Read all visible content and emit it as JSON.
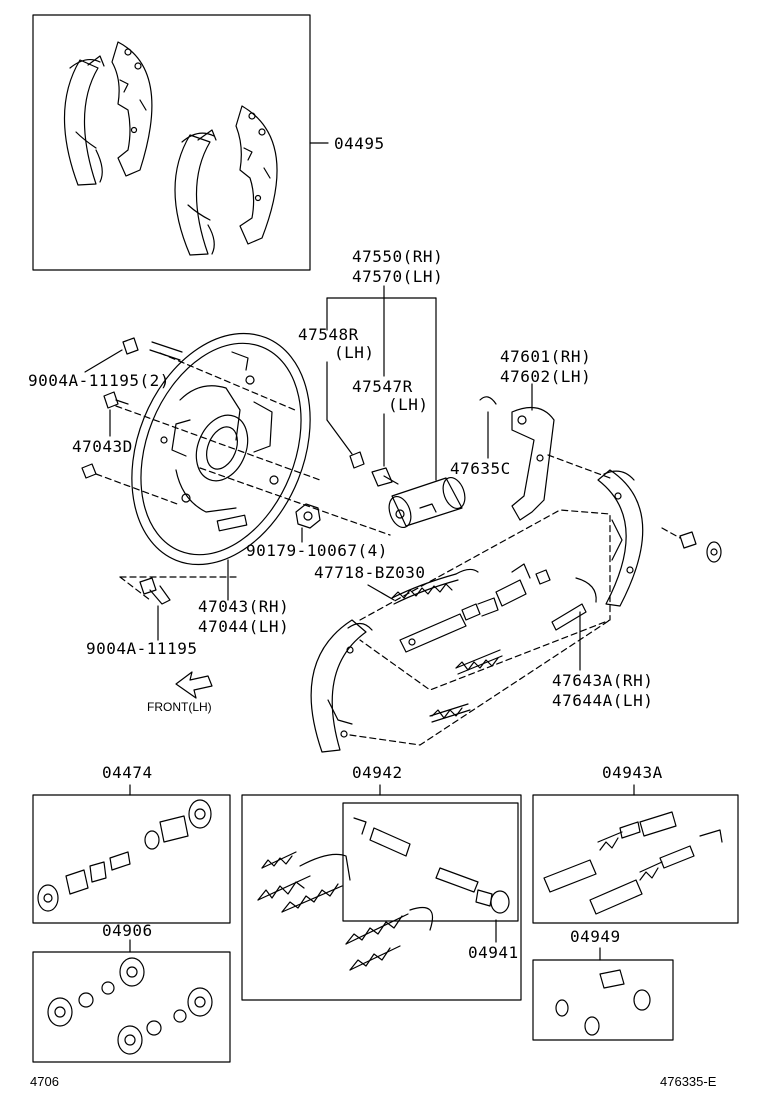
{
  "labels": {
    "p04495": "04495",
    "p47550": "47550(RH)",
    "p47570": "47570(LH)",
    "p47548": "47548R",
    "p47548lh": "(LH)",
    "p47547": "47547R",
    "p47547lh": "(LH)",
    "p9004a2": "9004A-11195(2)",
    "p47043d": "47043D",
    "p47601": "47601(RH)",
    "p47602": "47602(LH)",
    "p47635c": "47635C",
    "p90179": "90179-10067(4)",
    "p47718": "47718-BZ030",
    "p47043": "47043(RH)",
    "p47044": "47044(LH)",
    "p9004a": "9004A-11195",
    "front": "FRONT(LH)",
    "p47643": "47643A(RH)",
    "p47644": "47644A(LH)",
    "p04474": "04474",
    "p04942": "04942",
    "p04943a": "04943A",
    "p04906": "04906",
    "p04941": "04941",
    "p04949": "04949"
  },
  "footer": {
    "left": "4706",
    "right": "476335-E"
  }
}
